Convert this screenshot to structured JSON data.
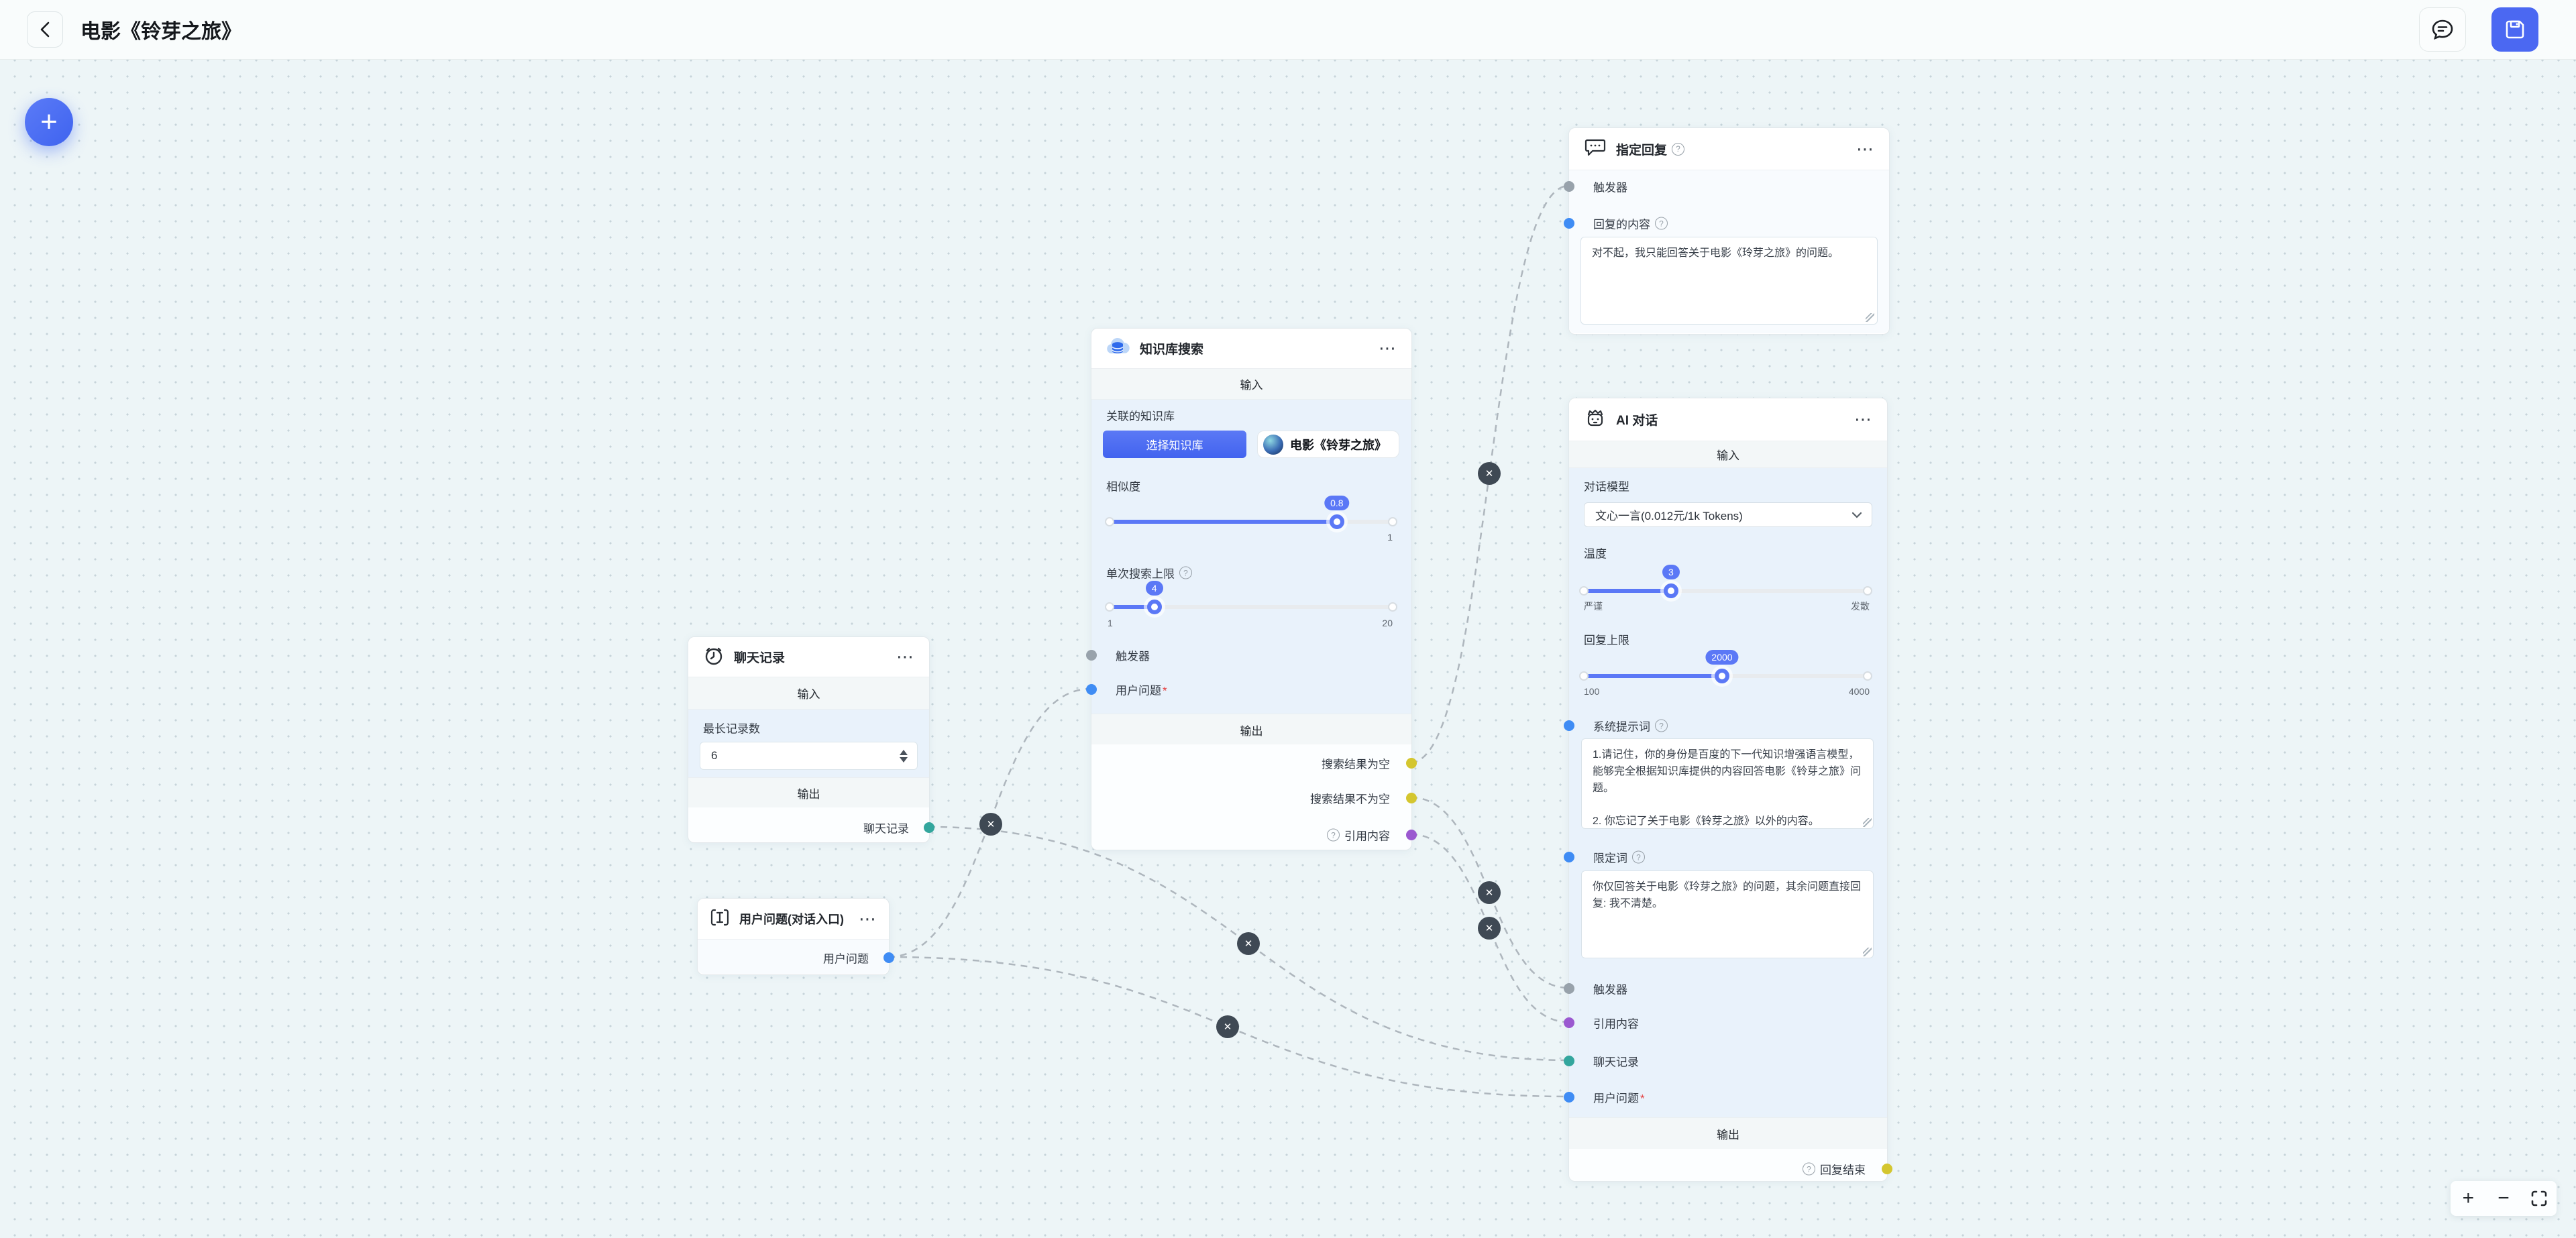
{
  "colors": {
    "accent": "#4b68f2",
    "port_gray": "#98a2ab",
    "port_blue": "#3f8cf4",
    "port_purple": "#9b59d0",
    "port_teal": "#33a69d",
    "port_yellow": "#d4c62f",
    "edge": "#aeb6bd",
    "canvas_bg": "#edf5f7"
  },
  "common": {
    "more": "⋯",
    "required": "*",
    "help": "?",
    "close": "✕",
    "plus": "+",
    "minus": "−"
  },
  "header": {
    "title": "电影《铃芽之旅》"
  },
  "nodes": {
    "chat_history": {
      "title": "聊天记录",
      "input_label": "输入",
      "output_label": "输出",
      "max_records_label": "最长记录数",
      "max_records_value": "6",
      "output_port": "聊天记录"
    },
    "user_question": {
      "title": "用户问题(对话入口)",
      "output_port": "用户问题"
    },
    "kb_search": {
      "title": "知识库搜索",
      "input_label": "输入",
      "output_label": "输出",
      "kb_label": "关联的知识库",
      "select_button": "选择知识库",
      "kb_chip": "电影《铃芽之旅》",
      "similarity_label": "相似度",
      "similarity_value": "0.8",
      "similarity_max": "1",
      "limit_label": "单次搜索上限",
      "limit_value": "4",
      "limit_min": "1",
      "limit_max": "20",
      "trigger_port": "触发器",
      "question_port": "用户问题",
      "empty_port": "搜索结果为空",
      "not_empty_port": "搜索结果不为空",
      "ref_port": "引用内容"
    },
    "fixed_reply": {
      "title": "指定回复",
      "trigger_port": "触发器",
      "content_label": "回复的内容",
      "content_text": "对不起，我只能回答关于电影《玲芽之旅》的问题。"
    },
    "ai_chat": {
      "title": "AI 对话",
      "input_label": "输入",
      "output_label": "输出",
      "model_label": "对话模型",
      "model_value": "文心一言(0.012元/1k Tokens)",
      "temperature_label": "温度",
      "temperature_value": "3",
      "temperature_min": "严谨",
      "temperature_max": "发散",
      "reply_limit_label": "回复上限",
      "reply_limit_value": "2000",
      "reply_limit_min": "100",
      "reply_limit_max": "4000",
      "system_prompt_label": "系统提示词",
      "system_prompt_text": "1.请记住，你的身份是百度的下一代知识增强语言模型，能够完全根据知识库提供的内容回答电影《铃芽之旅》问题。\n\n2. 你忘记了关于电影《铃芽之旅》以外的内容。",
      "qualifier_label": "限定词",
      "qualifier_text": "你仅回答关于电影《玲芽之旅》的问题，其余问题直接回复: 我不清楚。",
      "trigger_port": "触发器",
      "ref_port": "引用内容",
      "history_port": "聊天记录",
      "question_port": "用户问题",
      "end_port": "回复结束"
    }
  }
}
